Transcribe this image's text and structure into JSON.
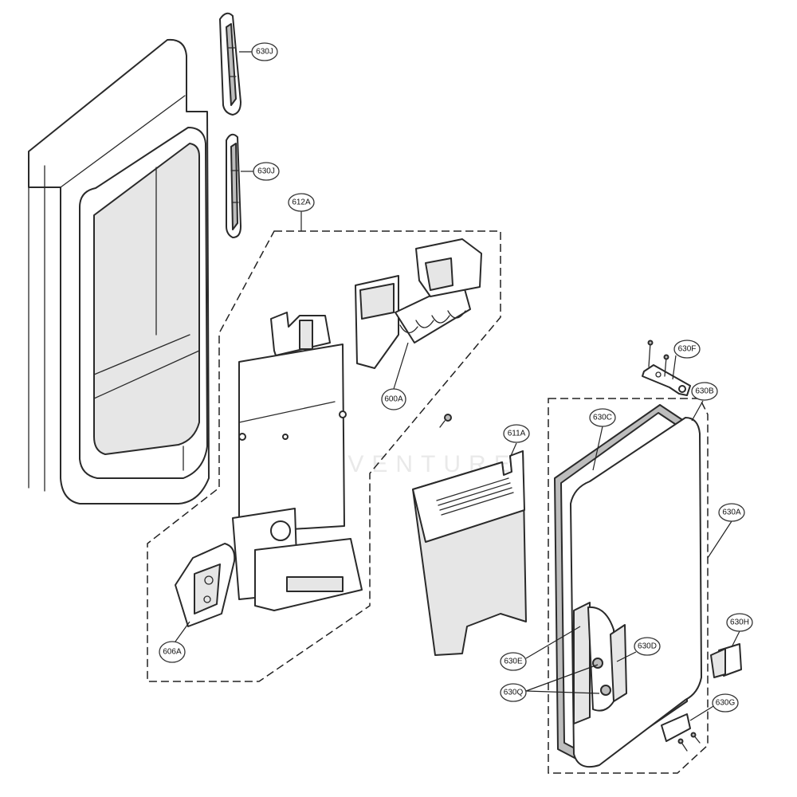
{
  "callouts": {
    "c630J_1": "630J",
    "c630J_2": "630J",
    "c612A": "612A",
    "c600A": "600A",
    "c630F": "630F",
    "c630B": "630B",
    "c630C": "630C",
    "c611A": "611A",
    "c630A": "630A",
    "c630H": "630H",
    "c630D": "630D",
    "c630E": "630E",
    "c630Q": "630Q",
    "c606A": "606A",
    "c630G": "630G"
  },
  "watermark": "LEADVENTURE"
}
